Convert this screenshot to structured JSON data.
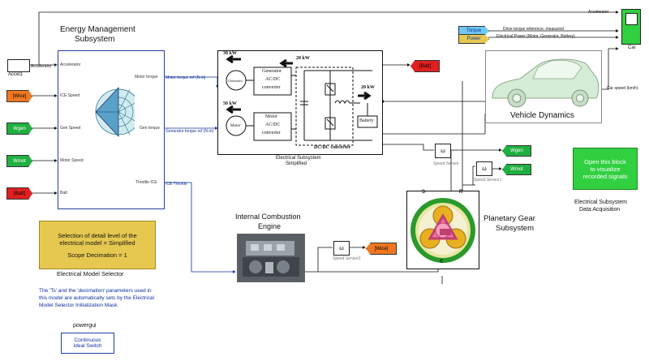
{
  "colors": {
    "orange": "#f07820",
    "green": "#20b040",
    "red": "#e02020",
    "yellow_panel": "#e6c850",
    "green_panel": "#30d040",
    "signal_blue": "#1030a0"
  },
  "energy_management": {
    "title_line1": "Energy Management",
    "title_line2": "Subsystem",
    "inputs": [
      "Accelerator",
      "ICE Speed",
      "Gen Speed",
      "Motor Speed",
      "Batt"
    ],
    "outputs": [
      "Motor torque",
      "Gen torque",
      "Throttle ICE"
    ]
  },
  "accel_block": {
    "name": "Accel1",
    "port": "Accelerator"
  },
  "goto_tags": {
    "wice_in": "[Wice]",
    "wgen_in": "Wgen",
    "wmot_in": "Wmot",
    "batt_in": "[Batt]",
    "batt_out": "[Batt]",
    "wgen_out": "Wgen",
    "wmot_out": "Wmot",
    "wice_out": "[Wice]",
    "torque": "Torque",
    "power": "Power"
  },
  "signal_labels": {
    "motor_torque_ref": "Motor torque ref (N.m)",
    "generator_torque_ref": "Generator torque ref (N.m)",
    "ice_throttle": "ICE Throttle",
    "accelerator_top": "Accelerator",
    "drive_torque": "Drive torque reference, measured",
    "electrical_power": "Electrical Power (Motor, Generator, Battery)",
    "car_speed": "Car speed (km/h)"
  },
  "electrical": {
    "kw_generator": "30 kW",
    "kw_motor": "50 kW",
    "kw_bus": "20 kW",
    "kw_battery": "20 kW",
    "generator": "Generator",
    "gen_converter": [
      "Generator",
      "AC/DC",
      "converter"
    ],
    "motor": "Motor",
    "motor_converter": [
      "Motor",
      "AC/DC",
      "converter"
    ],
    "battery": "Battery",
    "dcdc": "DC/DC converter",
    "caption_line1": "Electrical Subsystem",
    "caption_line2": "Simplified"
  },
  "vehicle": {
    "caption": "Vehicle Dynamics"
  },
  "scope": {
    "caption": "Car"
  },
  "sensors": {
    "speed_sensor": "Speed Sensor",
    "speed_sensor1": "Speed Sensor1",
    "speed_sensor2": "Speed Sensor2",
    "glyph": "ω"
  },
  "engine": {
    "title_line1": "Internal Combustion",
    "title_line2": "Engine"
  },
  "planetary": {
    "title_line1": "Planetary Gear",
    "title_line2": "Subsystem",
    "port_s": "S",
    "port_r": "R",
    "port_c": "C"
  },
  "model_selector": {
    "line1": "Selection of detail level of the",
    "line2": "electrical model = Simplified",
    "line3": "Scope Decimation = 1",
    "caption": "Electrical Model Selector"
  },
  "note": {
    "line1": "The 'Ts' and the 'decimation' parameters used in",
    "line2": "this model are automatically sets by the Electrical",
    "line3": "Model Selector Initialization Mask"
  },
  "data_acq": {
    "line1": "Open this block",
    "line2": "to visualize",
    "line3": "recorded signals",
    "caption1": "Electrical Subsystem",
    "caption2": "Data Acquisition"
  },
  "powergui": {
    "title": "powergui",
    "line1": "Continuous",
    "line2": "Ideal Switch"
  }
}
